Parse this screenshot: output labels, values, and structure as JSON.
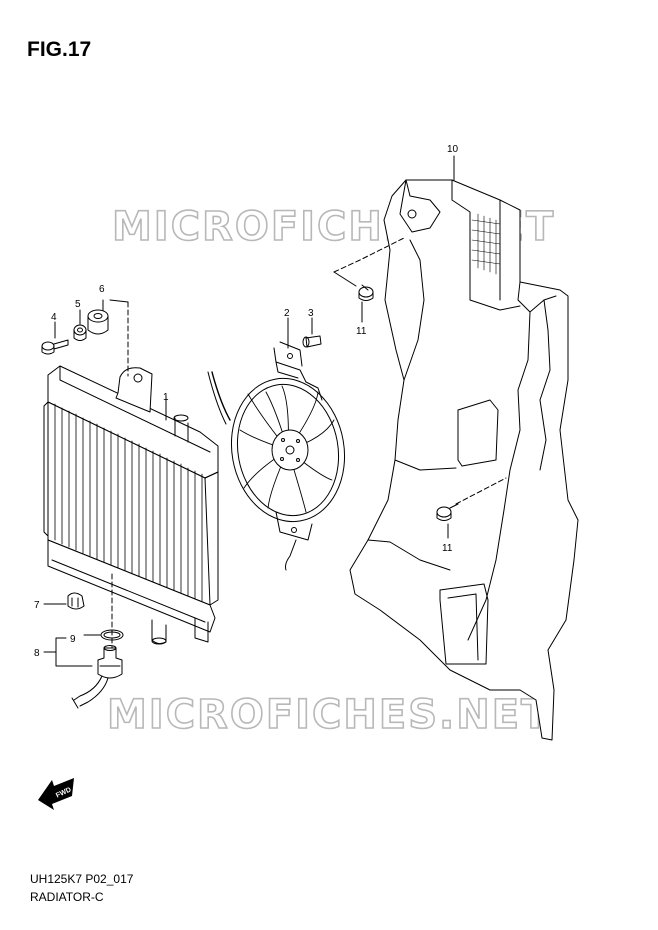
{
  "figure": {
    "title": "FIG.17"
  },
  "footer": {
    "code": "UH125K7 P02_017",
    "name": "RADIATOR-C"
  },
  "watermark": {
    "text": "MICROFICHES.NET"
  },
  "direction_marker": {
    "label": "FWD",
    "icon": "forward-arrow-icon"
  },
  "callouts": [
    {
      "id": "1",
      "part": "radiator"
    },
    {
      "id": "2",
      "part": "cooling-fan"
    },
    {
      "id": "3",
      "part": "fan-bolt"
    },
    {
      "id": "4",
      "part": "bolt"
    },
    {
      "id": "5",
      "part": "collar"
    },
    {
      "id": "6",
      "part": "cushion"
    },
    {
      "id": "7",
      "part": "cap"
    },
    {
      "id": "8",
      "part": "thermo-switch"
    },
    {
      "id": "9",
      "part": "o-ring"
    },
    {
      "id": "10",
      "part": "shroud-cover"
    },
    {
      "id": "11",
      "part": "screw-upper"
    },
    {
      "id": "11",
      "part": "screw-lower"
    }
  ],
  "colors": {
    "line": "#000000",
    "watermark": "#b8b8b8",
    "background": "#ffffff"
  }
}
